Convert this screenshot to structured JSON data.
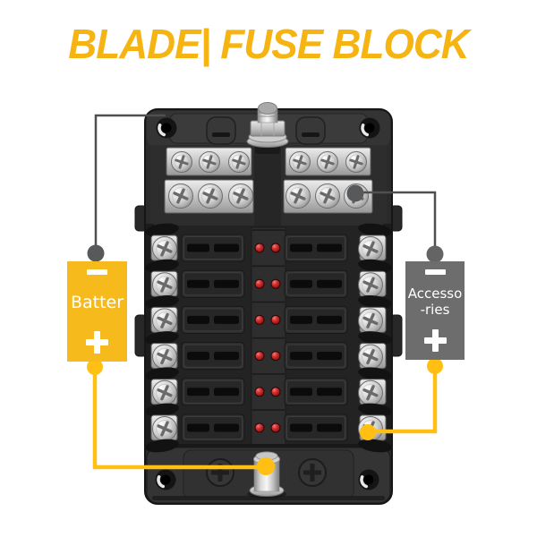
{
  "title": "BLADE| FUSE BLOCK",
  "colors": {
    "title_text": "#F5B411",
    "battery_box_bg": "#F6BA1C",
    "accessories_box_bg": "#6D6D6D",
    "wire_yellow": "#FFC013",
    "wire_gray": "#4E4F51",
    "node_gray": "#58595B",
    "node_gray_light": "#646464",
    "led_red": "#C22723",
    "label_text": "#FFFFFF"
  },
  "battery_label": {
    "text": "Batter"
  },
  "accessories_label": {
    "line1": "Accesso",
    "line2": "-ries"
  },
  "icons": {
    "battery_minus": "minus-bar",
    "battery_plus": "plus-cross",
    "accessories_minus": "minus-bar",
    "accessories_plus": "plus-cross"
  },
  "fuse_block": {
    "fuse_rows": 6,
    "fuse_columns": 2,
    "fuse_slots": 12,
    "led_indicators": 12,
    "top_terminal_screws": 12,
    "side_circuit_screws": 12,
    "power_studs": 2
  }
}
